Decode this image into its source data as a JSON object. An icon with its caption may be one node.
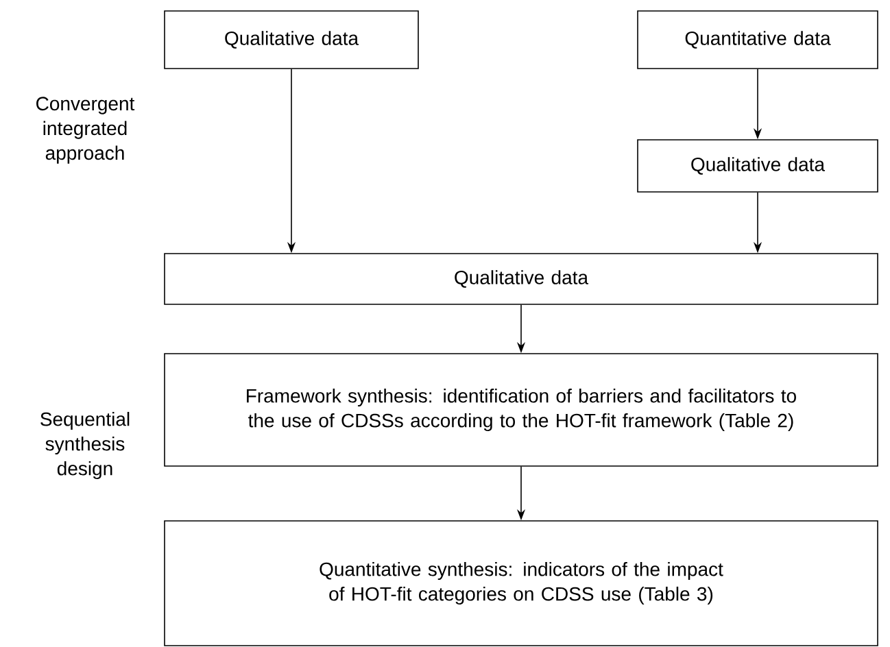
{
  "diagram": {
    "nodes": [
      {
        "text": [
          "Qualitative data"
        ]
      },
      {
        "text": [
          "Quantitative data"
        ]
      },
      {
        "text": [
          "Qualitative data"
        ]
      },
      {
        "text": [
          "Qualitative data"
        ]
      },
      {
        "text": [
          "Framework synthesis: identification of barriers and facilitators to the use of CDSSs according to the HOT-fit framework (Table 2)"
        ]
      },
      {
        "text": [
          "Quantitative synthesis: indicators of the impact of HOT-fit categories on CDSS use (Table 3)"
        ]
      }
    ],
    "edges": [
      {
        "from": 0,
        "to": 3,
        "arrow": "to"
      },
      {
        "from": 1,
        "to": 2,
        "arrow": "to"
      },
      {
        "from": 2,
        "to": 3,
        "arrow": "to"
      },
      {
        "from": 3,
        "to": 4,
        "arrow": "to"
      },
      {
        "from": 4,
        "to": 5,
        "arrow": "to"
      }
    ],
    "labels": [
      "Convergent integrated approach",
      "Sequential synthesis design"
    ]
  }
}
